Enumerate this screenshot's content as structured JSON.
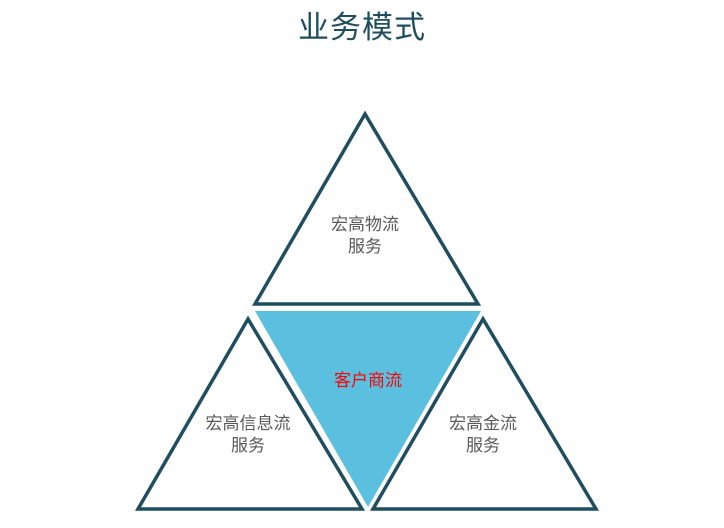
{
  "title": "业务模式",
  "colors": {
    "title": "#1f4e5f",
    "triangle_stroke": "#1f4e5f",
    "center_fill": "#5bbfdf",
    "label_text": "#595959",
    "center_text": "#ff0000"
  },
  "triangles": {
    "top": {
      "line1": "宏高物流",
      "line2": "服务"
    },
    "center": {
      "line1": "客户商流"
    },
    "left": {
      "line1": "宏高信息流",
      "line2": "服务"
    },
    "right": {
      "line1": "宏高金流",
      "line2": "服务"
    }
  }
}
